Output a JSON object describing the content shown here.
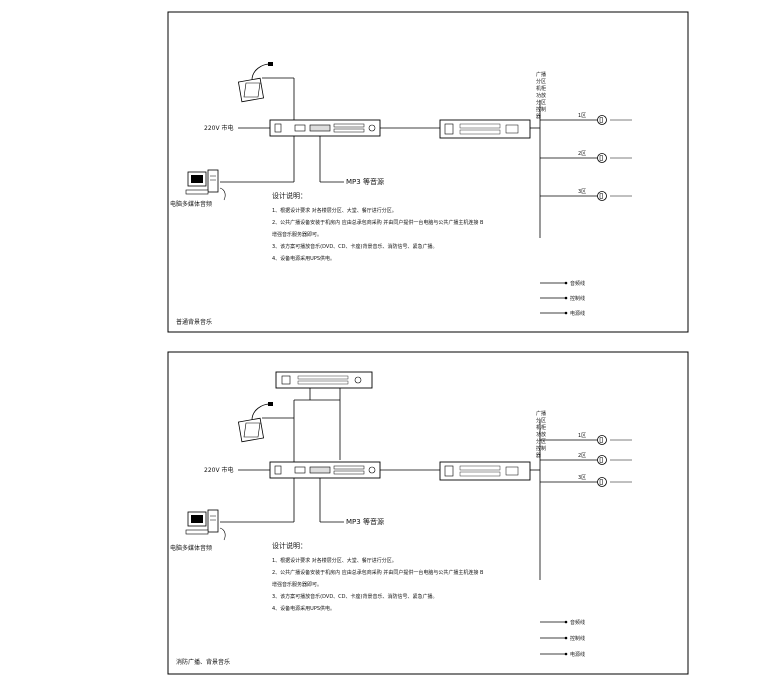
{
  "panels": [
    {
      "input_220v": "220V 市电",
      "mp3_label": "MP3 等音源",
      "computer_label": "电脑多媒体音频",
      "notes_title": "设计说明：",
      "notes": [
        "1、根据设计要求 对各楼层分区、大堂、餐厅进行分区。",
        "2、公共广播设备安装于机房内 应由总承包商采购 并由同户提供一台电脑与公共广播主机连接 B",
        "增强音乐服务器即可。",
        "3、该方案可播放音乐(DVD、CD、卡座)背景音乐、消防信号、紧急广播。",
        "4、设备电源采用UPS供电。"
      ],
      "legend": [
        "音频线",
        "控制线",
        "电源线"
      ],
      "zone_labels": [
        "1区",
        "2区",
        "3区"
      ],
      "rack_labels": [
        "广播",
        "分区",
        "机柜",
        "功放",
        "分区",
        "控制",
        "器"
      ],
      "caption": "普通背景音乐"
    },
    {
      "input_220v": "220V 市电",
      "mp3_label": "MP3 等音源",
      "computer_label": "电脑多媒体音频",
      "notes_title": "设计说明：",
      "notes": [
        "1、根据设计要求 对各楼层分区、大堂、餐厅进行分区。",
        "2、公共广播设备安装于机房内 应由总承包商采购 并由同户提供一台电脑与公共广播主机连接 B",
        "增强音乐服务器即可。",
        "3、该方案可播放音乐(DVD、CD、卡座)背景音乐、消防信号、紧急广播。",
        "4、设备电源采用UPS供电。"
      ],
      "legend": [
        "音频线",
        "控制线",
        "电源线"
      ],
      "zone_labels": [
        "1区",
        "2区",
        "3区"
      ],
      "rack_labels": [
        "广播",
        "分区",
        "机柜",
        "功放",
        "分区",
        "控制",
        "器"
      ],
      "caption": "消防广播、背景音乐"
    }
  ]
}
